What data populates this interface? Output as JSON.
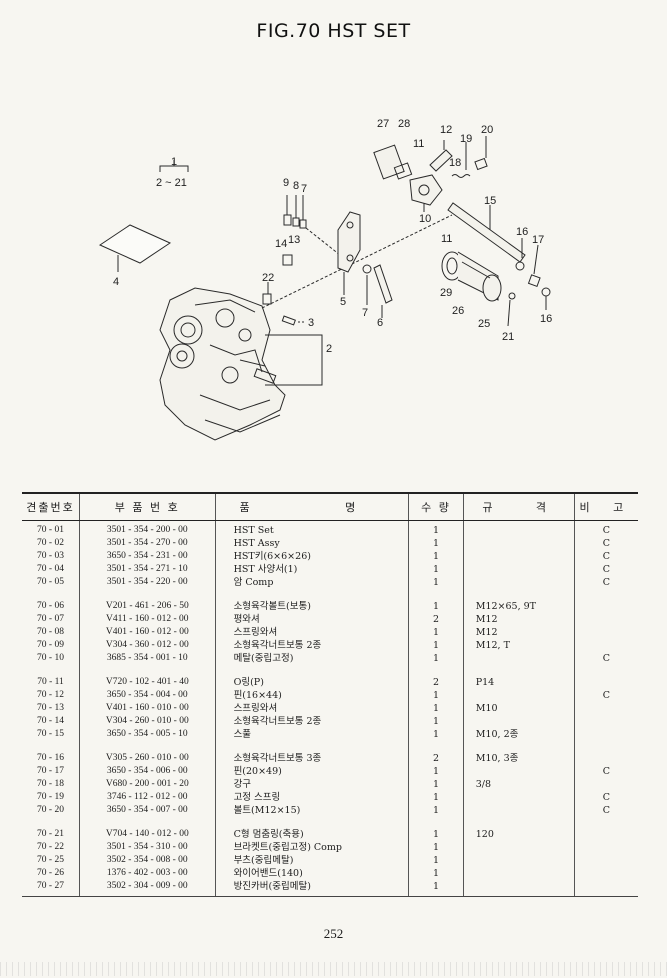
{
  "figure": {
    "title": "FIG.70 HST SET",
    "callouts": {
      "c1": "1",
      "c2_21": "2 ~ 21",
      "c4": "4",
      "c9": "9",
      "c8": "8",
      "c7a": "7",
      "c14": "14",
      "c13": "13",
      "c22": "22",
      "c5": "5",
      "c7b": "7",
      "c6": "6",
      "c3": "3",
      "c2": "2",
      "c27": "27",
      "c28": "28",
      "c11a": "11",
      "c12": "12",
      "c19": "19",
      "c20": "20",
      "c18": "18",
      "c10": "10",
      "c15": "15",
      "c11b": "11",
      "c16a": "16",
      "c17": "17",
      "c29": "29",
      "c26": "26",
      "c25": "25",
      "c21": "21",
      "c16b": "16"
    }
  },
  "table": {
    "headers": {
      "ref": "견출번호",
      "part_no": "부 품 번 호",
      "name": "품 명",
      "qty": "수 량",
      "spec": "규 격",
      "note": "비 고"
    },
    "rows": [
      {
        "ref": "70 - 01",
        "part_no": "3501 - 354 - 200 - 00",
        "name": "HST Set",
        "qty": "1",
        "spec": "",
        "note": "C"
      },
      {
        "ref": "70 - 02",
        "part_no": "3501 - 354 - 270 - 00",
        "name": "HST Assy",
        "qty": "1",
        "spec": "",
        "note": "C"
      },
      {
        "ref": "70 - 03",
        "part_no": "3650 - 354 - 231 - 00",
        "name": "HST키(6×6×26)",
        "qty": "1",
        "spec": "",
        "note": "C"
      },
      {
        "ref": "70 - 04",
        "part_no": "3501 - 354 - 271 - 10",
        "name": "HST 사양서(1)",
        "qty": "1",
        "spec": "",
        "note": "C"
      },
      {
        "ref": "70 - 05",
        "part_no": "3501 - 354 - 220 - 00",
        "name": "암 Comp",
        "qty": "1",
        "spec": "",
        "note": "C"
      },
      {
        "ref": "70 - 06",
        "part_no": "V201 - 461 - 206 - 50",
        "name": "소형육각볼트(보통)",
        "qty": "1",
        "spec": "M12×65, 9T",
        "note": ""
      },
      {
        "ref": "70 - 07",
        "part_no": "V411 - 160 - 012 - 00",
        "name": "평와셔",
        "qty": "2",
        "spec": "M12",
        "note": ""
      },
      {
        "ref": "70 - 08",
        "part_no": "V401 - 160 - 012 - 00",
        "name": "스프링와셔",
        "qty": "1",
        "spec": "M12",
        "note": ""
      },
      {
        "ref": "70 - 09",
        "part_no": "V304 - 360 - 012 - 00",
        "name": "소형육각너트보통 2종",
        "qty": "1",
        "spec": "M12, T",
        "note": ""
      },
      {
        "ref": "70 - 10",
        "part_no": "3685 - 354 - 001 - 10",
        "name": "메탈(중립고정)",
        "qty": "1",
        "spec": "",
        "note": "C"
      },
      {
        "ref": "70 - 11",
        "part_no": "V720 - 102 - 401 - 40",
        "name": "O링(P)",
        "qty": "2",
        "spec": "P14",
        "note": ""
      },
      {
        "ref": "70 - 12",
        "part_no": "3650 - 354 - 004 - 00",
        "name": "핀(16×44)",
        "qty": "1",
        "spec": "",
        "note": "C"
      },
      {
        "ref": "70 - 13",
        "part_no": "V401 - 160 - 010 - 00",
        "name": "스프링와셔",
        "qty": "1",
        "spec": "M10",
        "note": ""
      },
      {
        "ref": "70 - 14",
        "part_no": "V304 - 260 - 010 - 00",
        "name": "소형육각너트보통 2종",
        "qty": "1",
        "spec": "",
        "note": ""
      },
      {
        "ref": "70 - 15",
        "part_no": "3650 - 354 - 005 - 10",
        "name": "스풀",
        "qty": "1",
        "spec": "M10, 2종",
        "note": ""
      },
      {
        "ref": "70 - 16",
        "part_no": "V305 - 260 - 010 - 00",
        "name": "소형육각너트보통 3종",
        "qty": "2",
        "spec": "M10, 3종",
        "note": ""
      },
      {
        "ref": "70 - 17",
        "part_no": "3650 - 354 - 006 - 00",
        "name": "핀(20×49)",
        "qty": "1",
        "spec": "",
        "note": "C"
      },
      {
        "ref": "70 - 18",
        "part_no": "V680 - 200 - 001 - 20",
        "name": "강구",
        "qty": "1",
        "spec": "3/8",
        "note": ""
      },
      {
        "ref": "70 - 19",
        "part_no": "3746 - 112 - 012 - 00",
        "name": "고정 스프링",
        "qty": "1",
        "spec": "",
        "note": "C"
      },
      {
        "ref": "70 - 20",
        "part_no": "3650 - 354 - 007 - 00",
        "name": "볼트(M12×15)",
        "qty": "1",
        "spec": "",
        "note": "C"
      },
      {
        "ref": "70 - 21",
        "part_no": "V704 - 140 - 012 - 00",
        "name": "C형 멈춤링(축용)",
        "qty": "1",
        "spec": "120",
        "note": ""
      },
      {
        "ref": "70 - 22",
        "part_no": "3501 - 354 - 310 - 00",
        "name": "브라켓트(중립고정) Comp",
        "qty": "1",
        "spec": "",
        "note": ""
      },
      {
        "ref": "70 - 25",
        "part_no": "3502 - 354 - 008 - 00",
        "name": "부츠(중립메탈)",
        "qty": "1",
        "spec": "",
        "note": ""
      },
      {
        "ref": "70 - 26",
        "part_no": "1376 - 402 - 003 - 00",
        "name": "와이어밴드(140)",
        "qty": "1",
        "spec": "",
        "note": ""
      },
      {
        "ref": "70 - 27",
        "part_no": "3502 - 304 - 009 - 00",
        "name": "방진카버(중립메탈)",
        "qty": "1",
        "spec": "",
        "note": ""
      }
    ]
  },
  "page_number": "252"
}
